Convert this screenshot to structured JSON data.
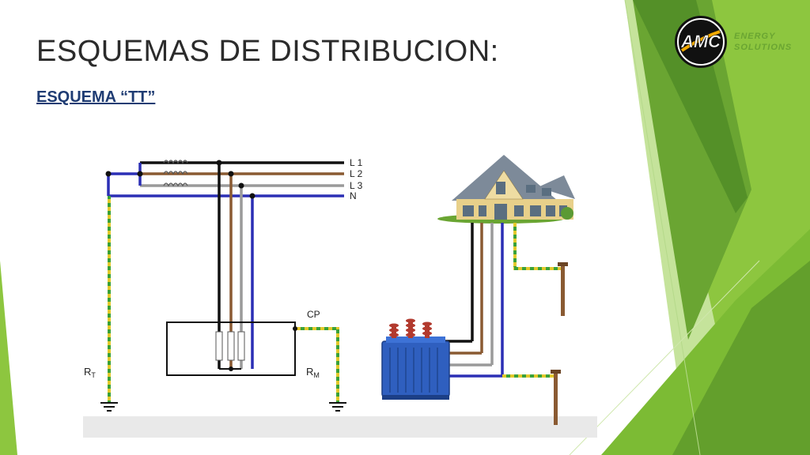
{
  "slide": {
    "title": "ESQUEMAS DE DISTRIBUCION:",
    "subtitle": "ESQUEMA “TT”"
  },
  "logo": {
    "mark": "AMC",
    "line1": "ENERGY",
    "line2": "SOLUTIONS"
  },
  "diagram": {
    "lines": [
      {
        "label": "L 1",
        "color": "#111111"
      },
      {
        "label": "L 2",
        "color": "#8a5a32"
      },
      {
        "label": "L 3",
        "color": "#9a9a9a"
      },
      {
        "label": "N",
        "color": "#2b2fb5"
      }
    ],
    "ground_color_a": "#3aa13a",
    "ground_color_b": "#e3c92b",
    "labels": {
      "rt_main": "R",
      "rt_sub": "T",
      "rm_main": "R",
      "rm_sub": "M",
      "cp": "CP"
    }
  },
  "colors": {
    "accent_green": "#8dc63f",
    "dark_green": "#5a8f29",
    "title": "#2b2b2b",
    "subtitle": "#1f3c73"
  }
}
